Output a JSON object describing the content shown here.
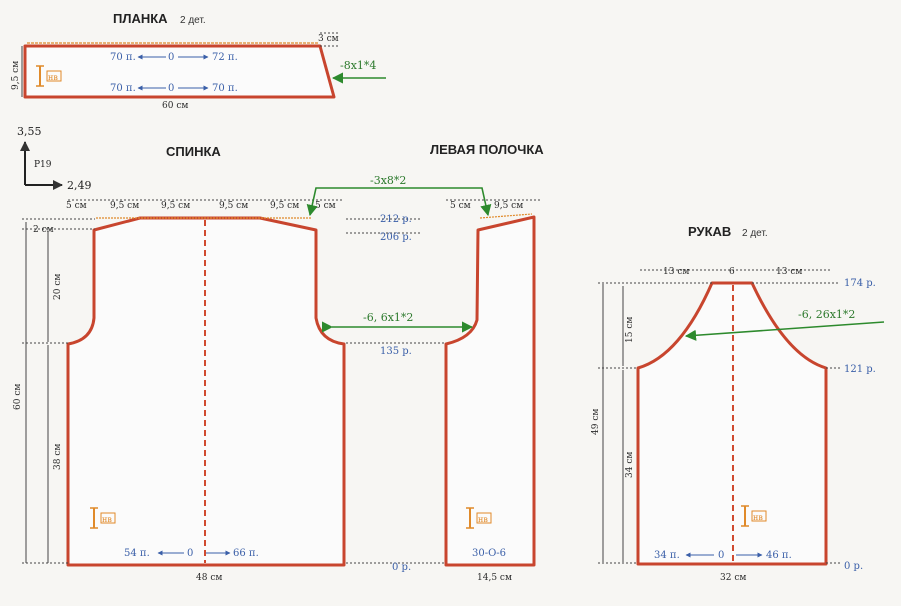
{
  "planka": {
    "title": "ПЛАНКА",
    "count": "2 дет.",
    "height": "9,5 см",
    "top_cut": "3 см",
    "dec": "-8х1*4",
    "row1_left": "70 п.",
    "row1_mid": "0",
    "row1_right": "72 п.",
    "row2_left": "70 п.",
    "row2_mid": "0",
    "row2_right": "70 п.",
    "width": "60 см"
  },
  "direction": {
    "up": "3,55",
    "right": "2,49",
    "label": "Р19"
  },
  "spinka": {
    "title": "СПИНКА",
    "top_dims": [
      "5 см",
      "9,5 см",
      "9,5 см",
      "9,5 см",
      "9,5 см",
      "5 см"
    ],
    "shoulder": "2 см",
    "armhole": "20 см",
    "total": "60 см",
    "lower": "38 см",
    "bottom_left": "54 п.",
    "bottom_mid": "0",
    "bottom_right": "66 п.",
    "width": "48 см"
  },
  "polochka": {
    "title": "ЛЕВАЯ ПОЛОЧКА",
    "top_dims": [
      "5 см",
      "9,5 см"
    ],
    "dec_shoulder": "-3х8*2",
    "dec_armhole": "-6, 6х1*2",
    "rows_212": "212 р.",
    "rows_206": "206 р.",
    "rows_135": "135 р.",
    "rows_0": "0 р.",
    "bottom": "30-О-6",
    "width": "14,5 см"
  },
  "rukav": {
    "title": "РУКАВ",
    "count": "2 дет.",
    "top_left": "13 см",
    "top_mid": "6",
    "top_right": "13 см",
    "rows_174": "174 р.",
    "dec": "-6, 26х1*2",
    "cap": "15 см",
    "rows_121": "121 р.",
    "total": "49 см",
    "lower": "34 см",
    "bottom_left": "34 п.",
    "bottom_mid": "0",
    "bottom_right": "46 п.",
    "rows_0": "0 р.",
    "width": "32 см"
  },
  "pattern_mark": "нв",
  "colors": {
    "outline": "#c8452e",
    "arrow_green": "#2d8a2d",
    "text_blue": "#3a5fa8",
    "edge_orange": "#e08a2a"
  }
}
